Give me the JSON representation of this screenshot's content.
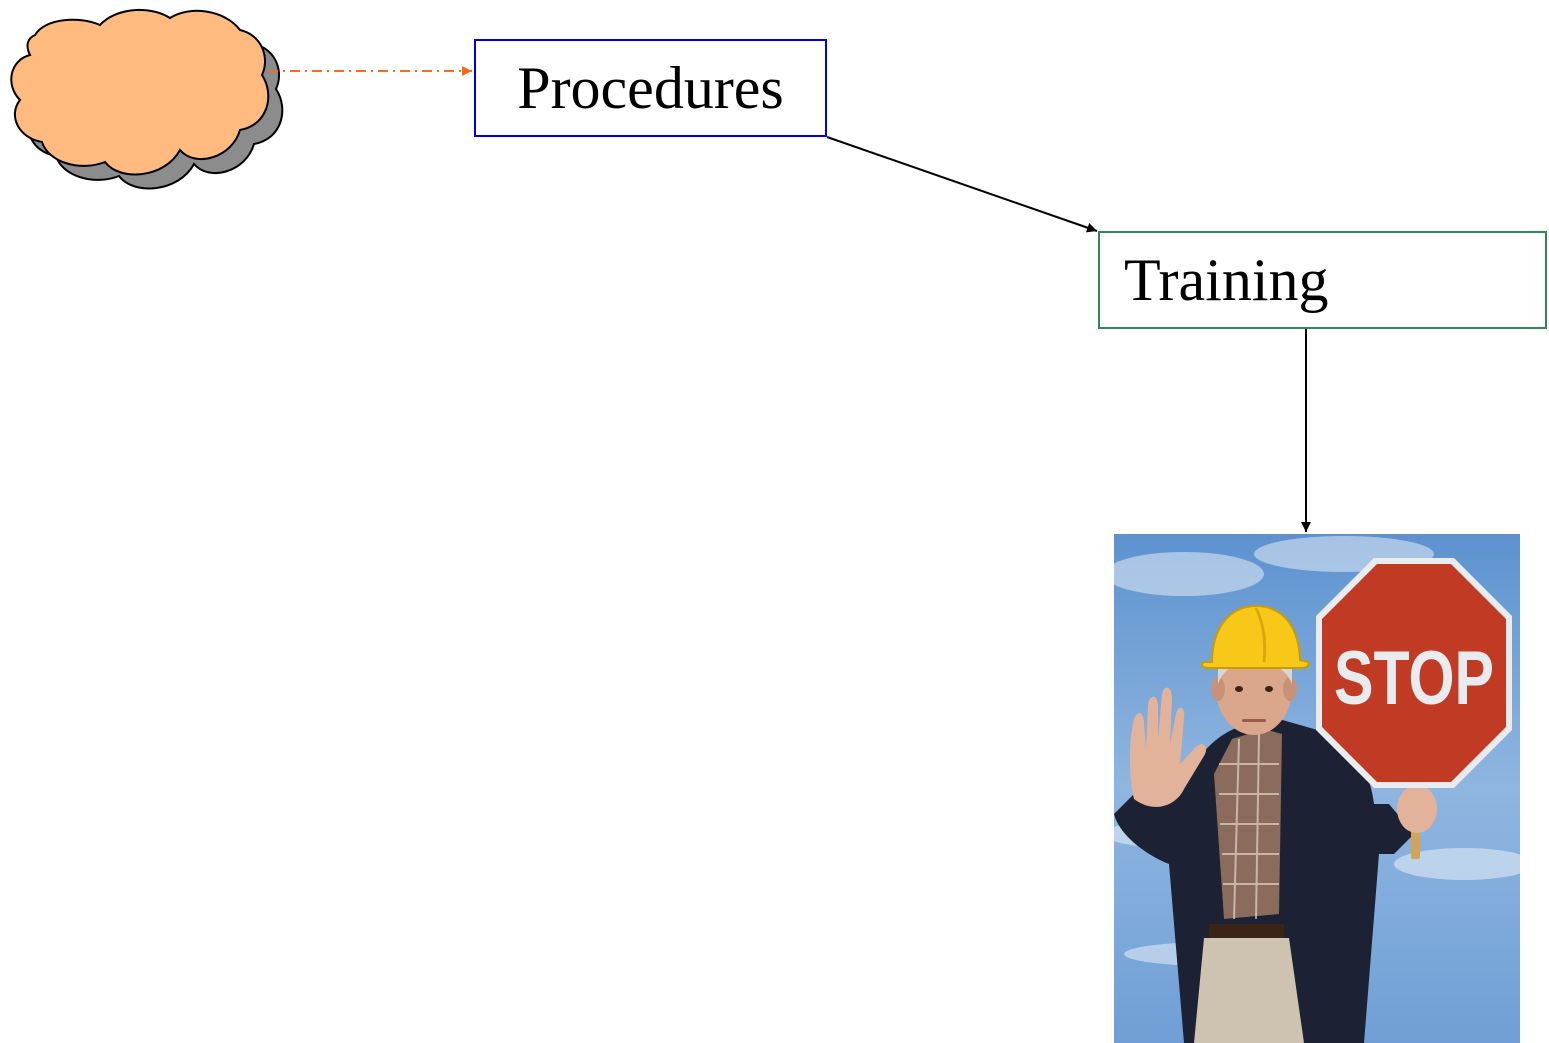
{
  "boxes": {
    "procedures": {
      "label": "Procedures",
      "border_color": "#0000ee"
    },
    "training": {
      "label": "Training",
      "border_color": "#2e8b57"
    }
  },
  "cloud": {
    "fill_color": "#ffbb7f",
    "shadow_color": "#8c8c8c"
  },
  "connectors": {
    "dashed_arrow_color": "#ff6a13",
    "arrow_color": "#000000"
  },
  "photo": {
    "sign_text": "STOP",
    "sky_color": "#6f9fd6",
    "sign_color": "#c13a24",
    "helmet_color": "#f7c817"
  }
}
